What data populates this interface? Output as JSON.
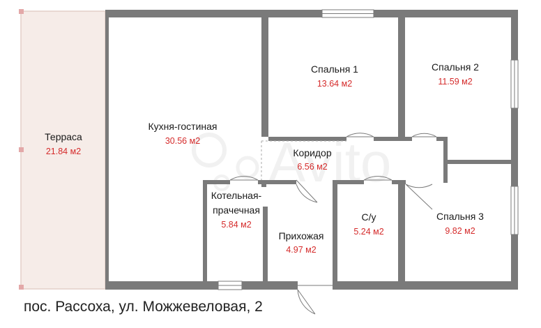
{
  "rooms": [
    {
      "id": "terrace",
      "name": "Терраса",
      "area": "21.84 м2"
    },
    {
      "id": "kitchen",
      "name": "Кухня-гостиная",
      "area": "30.56 м2"
    },
    {
      "id": "bedroom1",
      "name": "Спальня 1",
      "area": "13.64 м2"
    },
    {
      "id": "bedroom2",
      "name": "Спальня 2",
      "area": "11.59 м2"
    },
    {
      "id": "corridor",
      "name": "Коридор",
      "area": "6.56 м2"
    },
    {
      "id": "boiler",
      "name_lines": [
        "Котельная-",
        "прачечная"
      ],
      "area": "5.84 м2"
    },
    {
      "id": "hall",
      "name": "Прихожая",
      "area": "4.97 м2"
    },
    {
      "id": "wc",
      "name": "С/у",
      "area": "5.24 м2"
    },
    {
      "id": "bedroom3",
      "name": "Спальня 3",
      "area": "9.82 м2"
    }
  ],
  "address": "пос. Рассоха, ул. Можжевеловая, 2",
  "colors": {
    "wall": "#7a7a7a",
    "terrace_fill": "#f6ece8",
    "terrace_border": "#e3cfc8",
    "area_text": "#d52b2b",
    "watermark": "#e6e6e6"
  }
}
